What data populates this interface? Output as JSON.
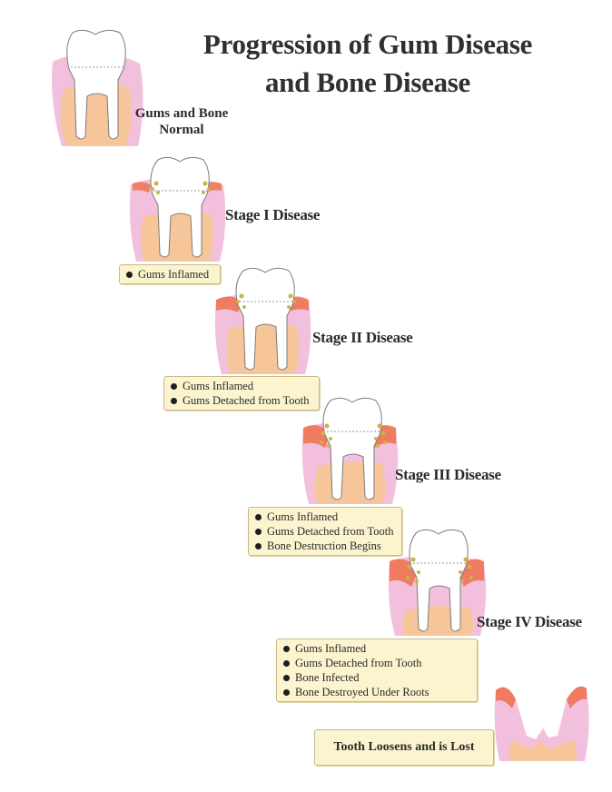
{
  "title_line1": "Progression of Gum Disease",
  "title_line2": "and Bone Disease",
  "normal": {
    "line1": "Gums and Bone",
    "line2": "Normal"
  },
  "stages": [
    {
      "label": "Stage I Disease",
      "bullets": [
        "Gums Inflamed"
      ]
    },
    {
      "label": "Stage II Disease",
      "bullets": [
        "Gums Inflamed",
        "Gums Detached from Tooth"
      ]
    },
    {
      "label": "Stage III Disease",
      "bullets": [
        "Gums Inflamed",
        "Gums Detached from Tooth",
        "Bone  Destruction Begins"
      ]
    },
    {
      "label": "Stage IV Disease",
      "bullets": [
        "Gums Inflamed",
        "Gums Detached from Tooth",
        "Bone Infected",
        "Bone Destroyed Under Roots"
      ]
    }
  ],
  "final": "Tooth Loosens and is Lost",
  "colors": {
    "gum": "#f2c0dc",
    "bone": "#f6c69a",
    "inflamed": "#ef6e4a",
    "plaque": "#c8b54a",
    "box": "#fbf4cf"
  }
}
